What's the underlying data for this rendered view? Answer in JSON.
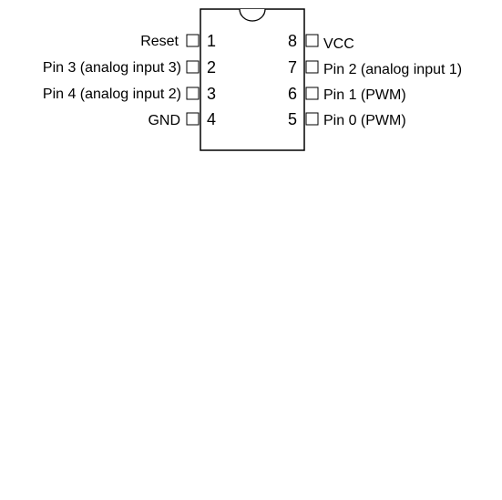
{
  "left_pins": [
    {
      "number": "1",
      "label": "Reset"
    },
    {
      "number": "2",
      "label": "Pin 3 (analog input 3)"
    },
    {
      "number": "3",
      "label": "Pin 4 (analog input 2)"
    },
    {
      "number": "4",
      "label": "GND"
    }
  ],
  "right_pins": [
    {
      "number": "8",
      "label": "VCC"
    },
    {
      "number": "7",
      "label": "Pin 2 (analog input 1)"
    },
    {
      "number": "6",
      "label": "Pin 1 (PWM)"
    },
    {
      "number": "5",
      "label": "Pin 0 (PWM)"
    }
  ]
}
